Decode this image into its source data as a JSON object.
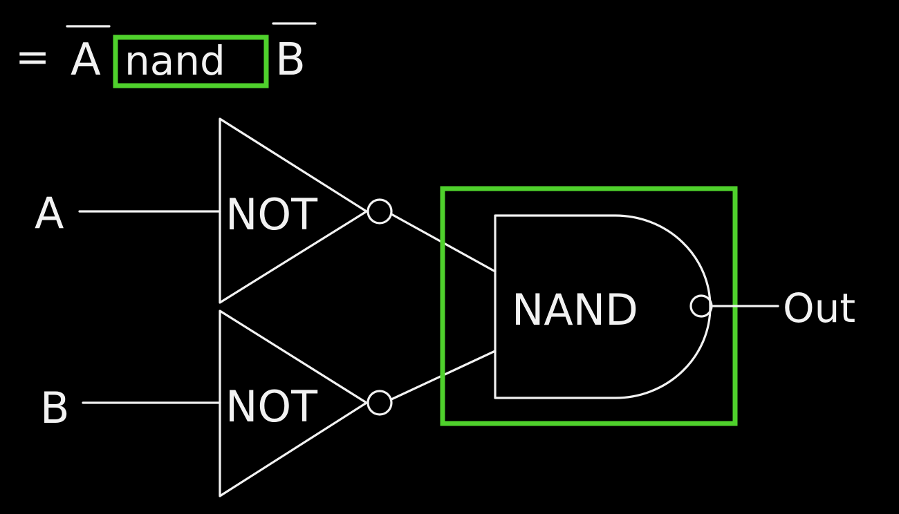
{
  "colors": {
    "background": "#000000",
    "chalk": "#f2f2f2",
    "highlight": "#4fd12c"
  },
  "expression": {
    "equals": "=",
    "operand_a": "A",
    "operator": "nand",
    "operand_b": "B"
  },
  "inputs": {
    "a": "A",
    "b": "B"
  },
  "gates": {
    "not_top": "NOT",
    "not_bottom": "NOT",
    "nand": "NAND"
  },
  "output": "Out"
}
